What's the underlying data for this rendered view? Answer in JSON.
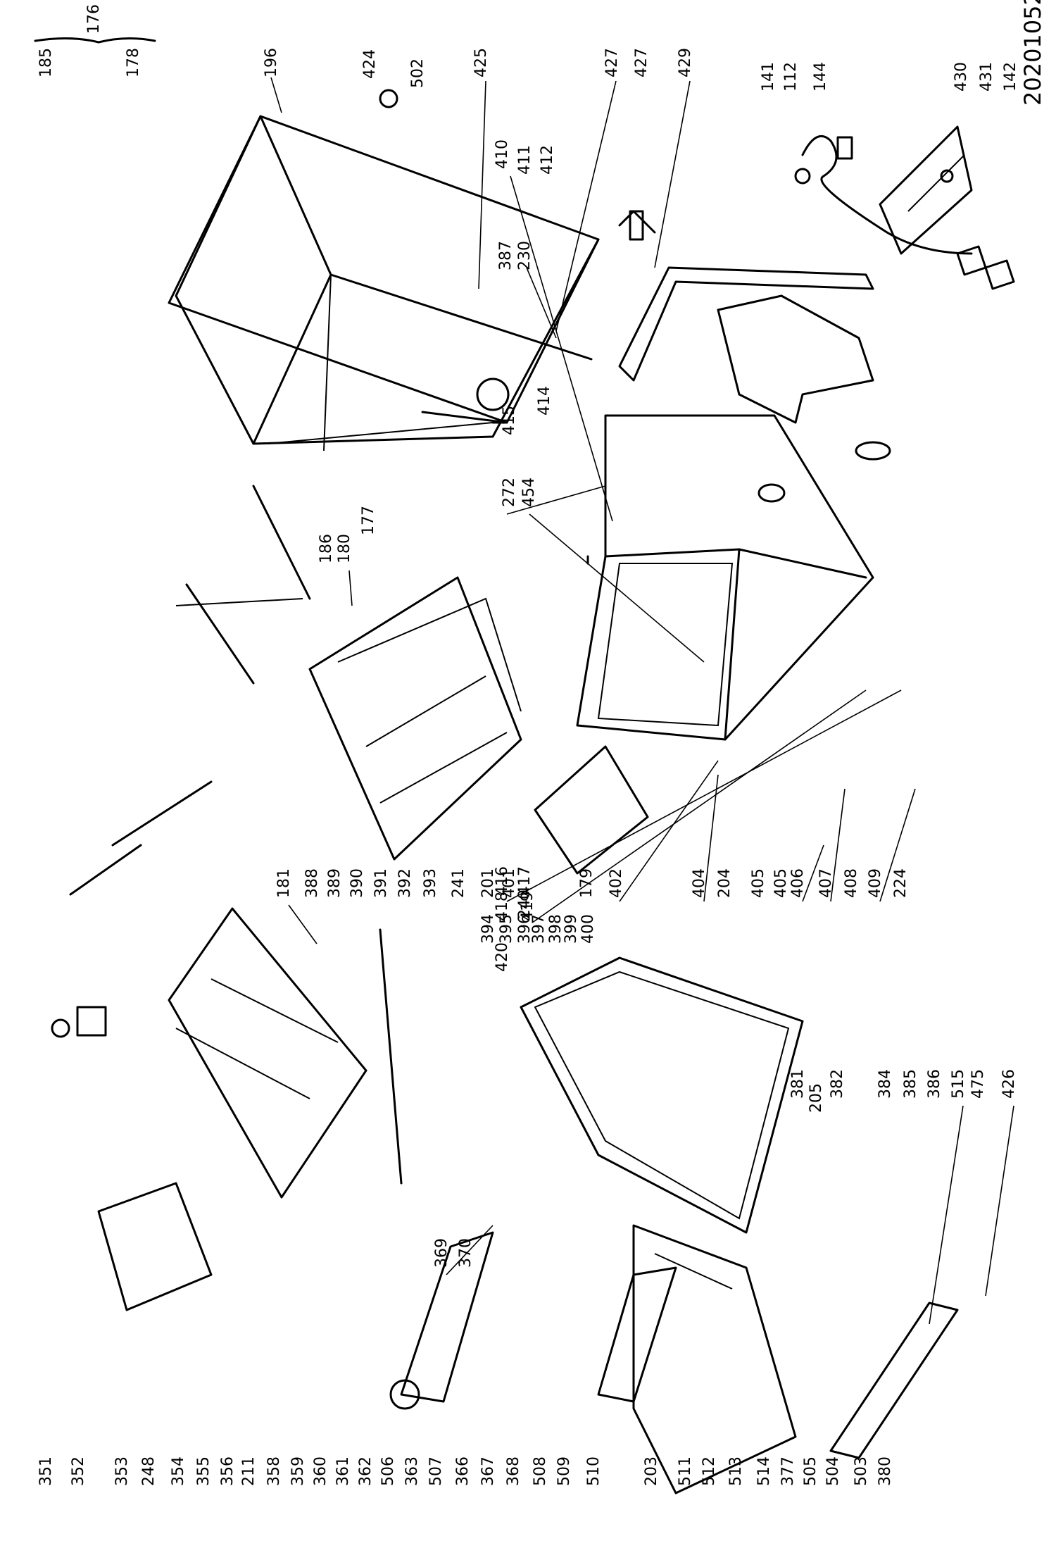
{
  "diagram": {
    "code": "20201052",
    "labels_top": [
      "185",
      "176",
      "178",
      "186",
      "180",
      "177",
      "410",
      "411",
      "412",
      "387",
      "230",
      "414",
      "415",
      "272",
      "454",
      "416",
      "417",
      "418",
      "419",
      "420",
      "196",
      "424",
      "502",
      "425",
      "427",
      "427",
      "429",
      "141",
      "112",
      "144",
      "430",
      "431",
      "142"
    ],
    "labels_left": [
      "351",
      "352",
      "353",
      "248",
      "354",
      "355",
      "356",
      "211",
      "358",
      "359",
      "360",
      "361",
      "362",
      "506",
      "363",
      "507",
      "366",
      "367",
      "368",
      "508",
      "509",
      "510",
      "203",
      "511",
      "512",
      "513",
      "514",
      "377",
      "505",
      "504",
      "503",
      "380"
    ],
    "labels_middle": [
      "181",
      "388",
      "389",
      "390",
      "391",
      "392",
      "393",
      "241",
      "369",
      "370",
      "394",
      "395",
      "396",
      "397",
      "398",
      "399",
      "400",
      "240",
      "201",
      "401",
      "179",
      "402",
      "404",
      "204",
      "405",
      "405",
      "406",
      "407",
      "408",
      "409",
      "224",
      "381",
      "382",
      "205",
      "384",
      "385",
      "386",
      "515",
      "475",
      "426"
    ]
  }
}
